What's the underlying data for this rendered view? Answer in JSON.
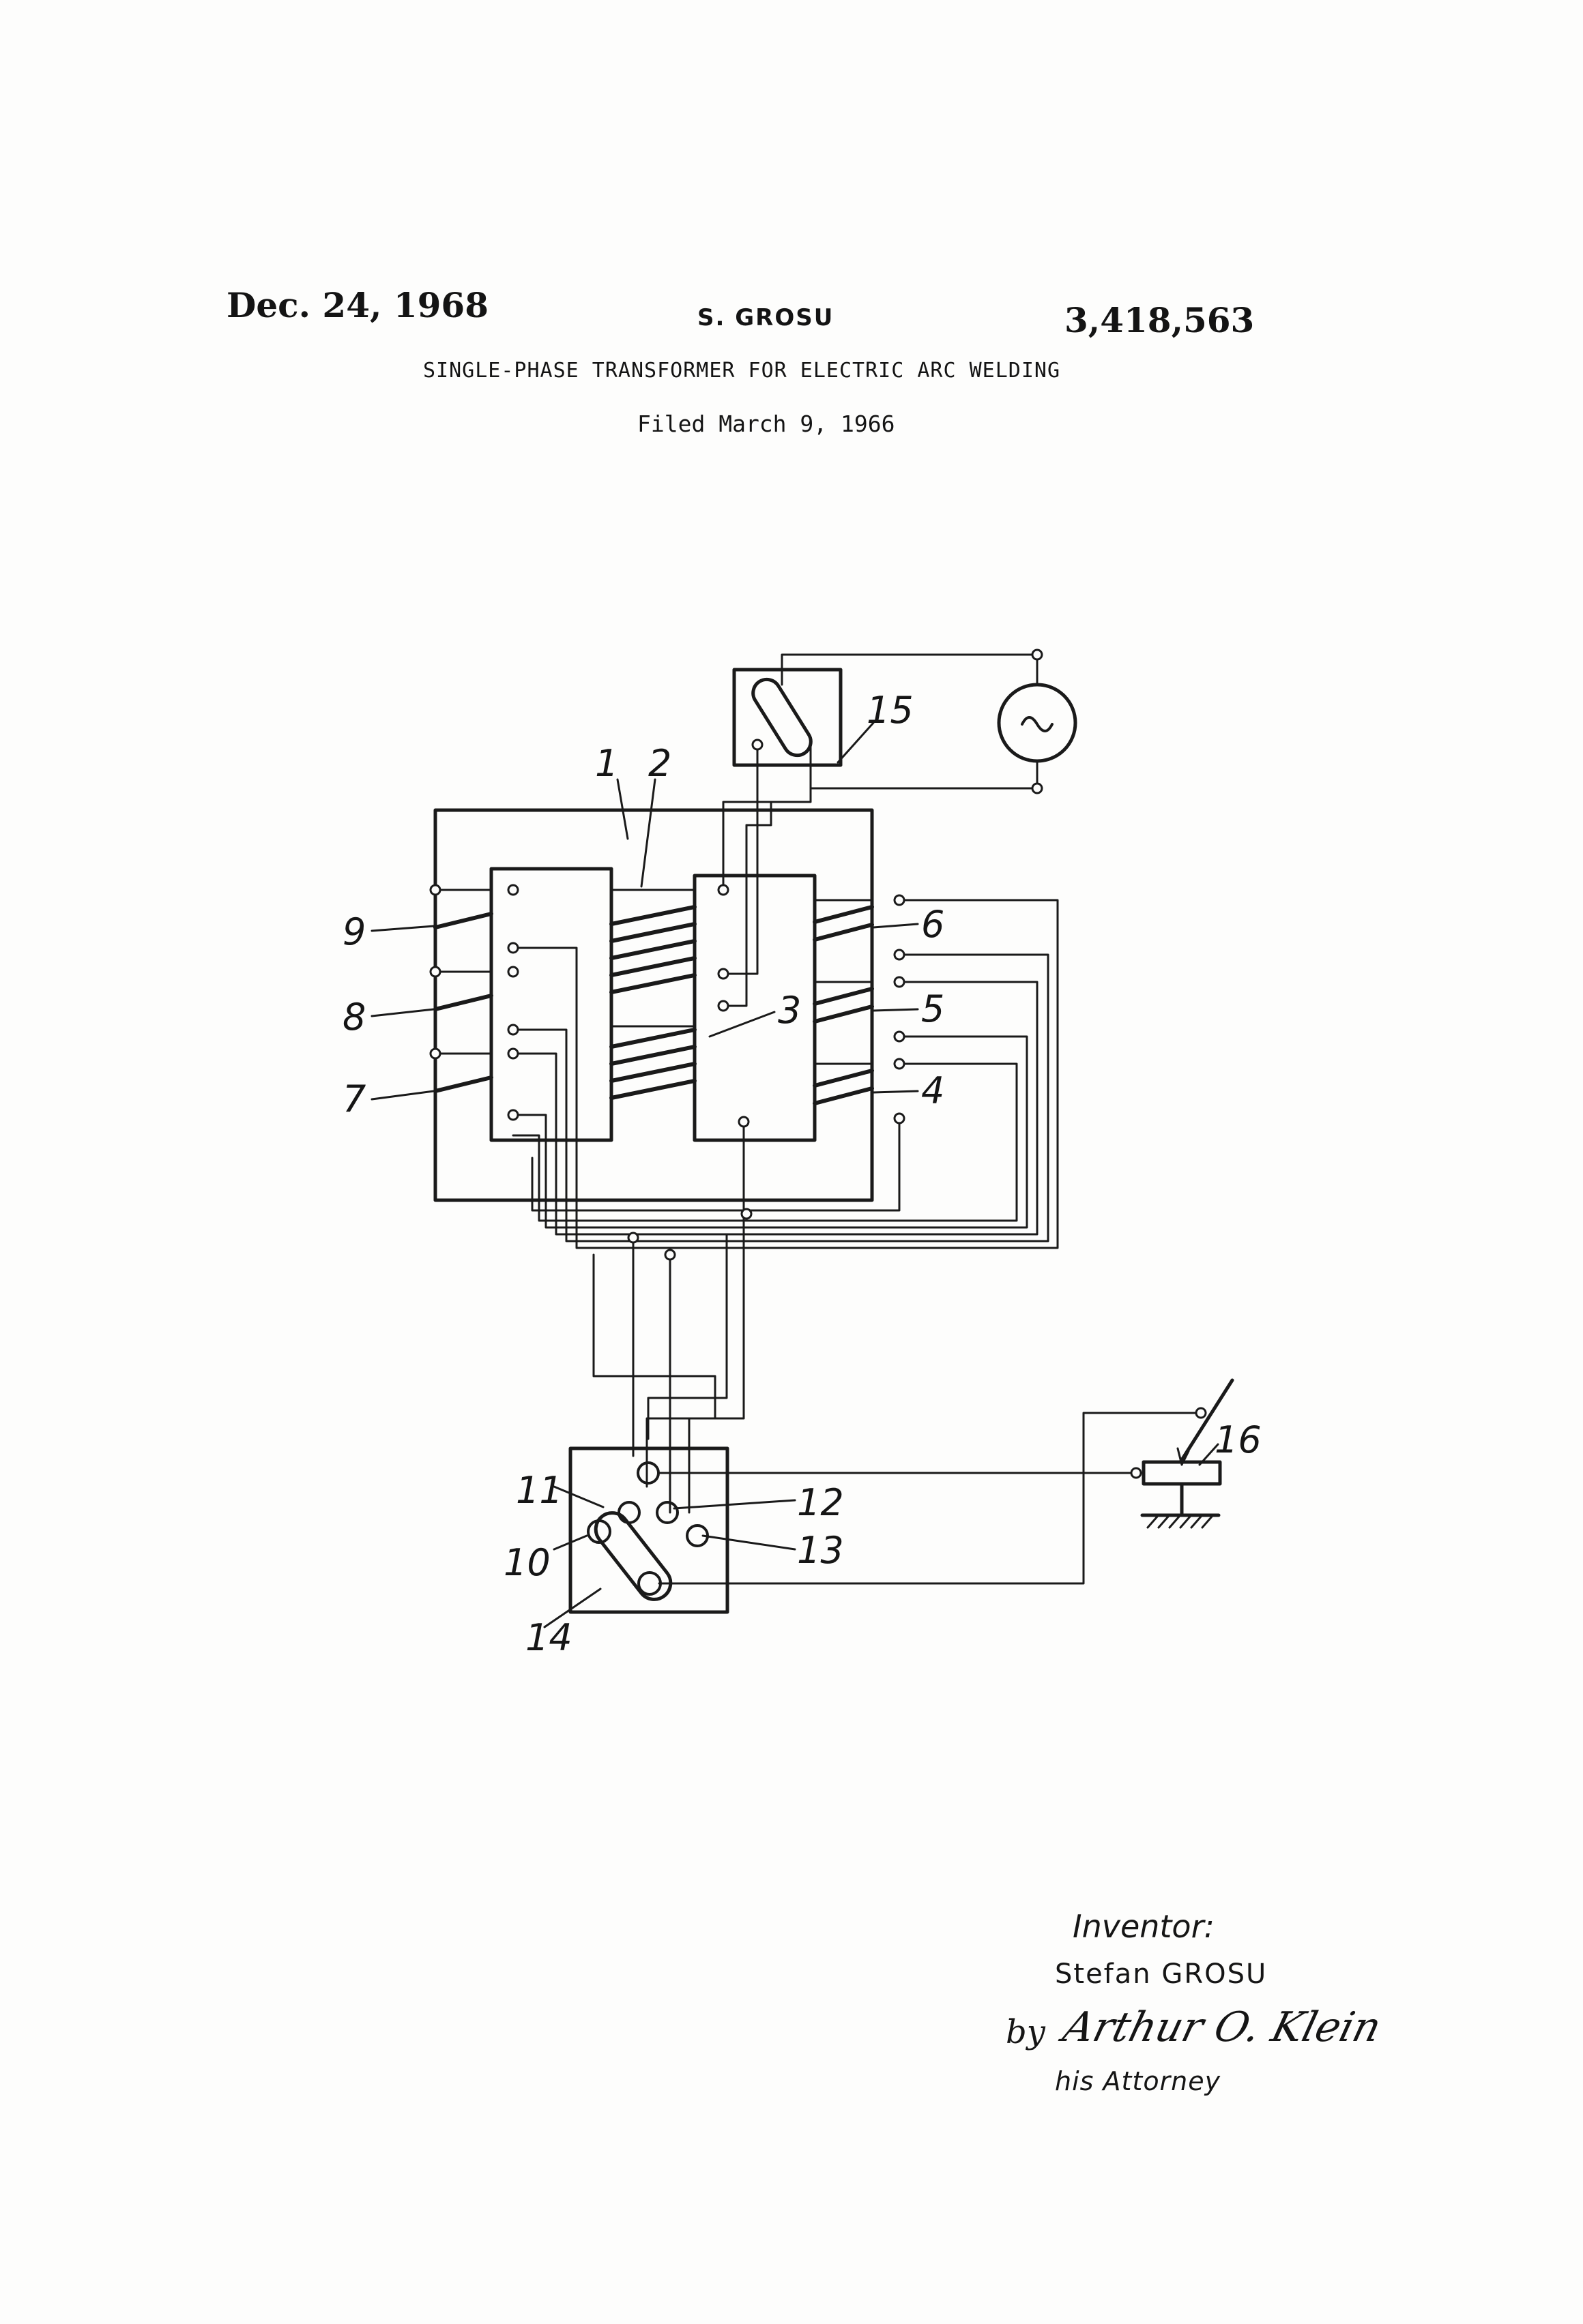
{
  "header": {
    "date": "Dec. 24, 1968",
    "inventor_short": "S. GROSU",
    "patent_number": "3,418,563",
    "title": "SINGLE-PHASE TRANSFORMER FOR ELECTRIC ARC WELDING",
    "filed": "Filed March 9, 1966"
  },
  "figure": {
    "reference_numerals": [
      "1",
      "2",
      "3",
      "4",
      "5",
      "6",
      "7",
      "8",
      "9",
      "10",
      "11",
      "12",
      "13",
      "14",
      "15",
      "16"
    ],
    "source_symbol": "~"
  },
  "signature": {
    "inventor_label": "Inventor:",
    "inventor_name": "Stefan GROSU",
    "by": "by",
    "attorney_signature": "Arthur O. Klein",
    "attorney_label": "his Attorney"
  }
}
